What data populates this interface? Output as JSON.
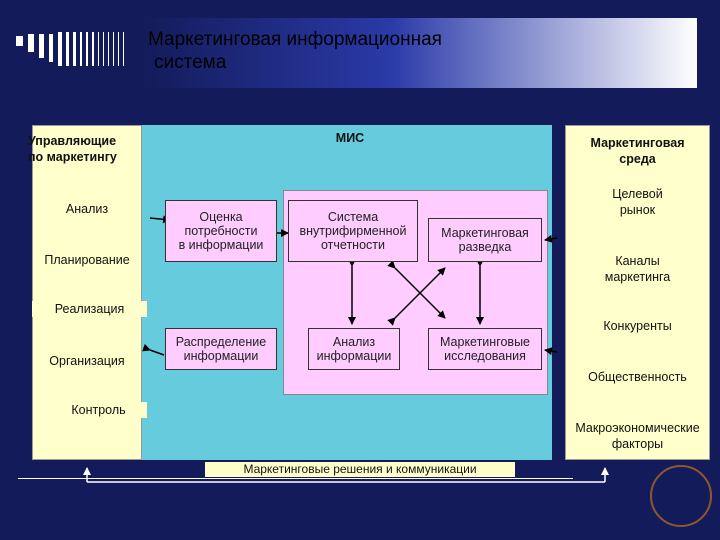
{
  "title": {
    "line1": "Маркетинговая информационная",
    "line2": "система"
  },
  "left": {
    "header": "Управляющие\nпо маркетингу",
    "items": [
      "Анализ",
      "Планирование",
      "Реализация",
      "Организация",
      "Контроль"
    ]
  },
  "mis": {
    "header": "МИС",
    "boxes": {
      "need": "Оценка\nпотребности\nв информации",
      "distribution": "Распределение\nинформации",
      "internal": "Система\nвнутрифирменной\nотчетности",
      "analysis": "Анализ\nинформации",
      "intelligence": "Маркетинговая\nразведка",
      "research": "Маркетинговые\nисследования"
    }
  },
  "right": {
    "header": "Маркетинговая\nсреда",
    "items": [
      "Целевой\nрынок",
      "Каналы\nмаркетинга",
      "Конкуренты",
      "Общественность",
      "Макроэкономические\nфакторы"
    ]
  },
  "bottom_label": "Маркетинговые решения и коммуникации",
  "colors": {
    "background": "#141b5a",
    "panel": "#ffffcc",
    "mis": "#66ccdd",
    "box": "#ffccff"
  }
}
